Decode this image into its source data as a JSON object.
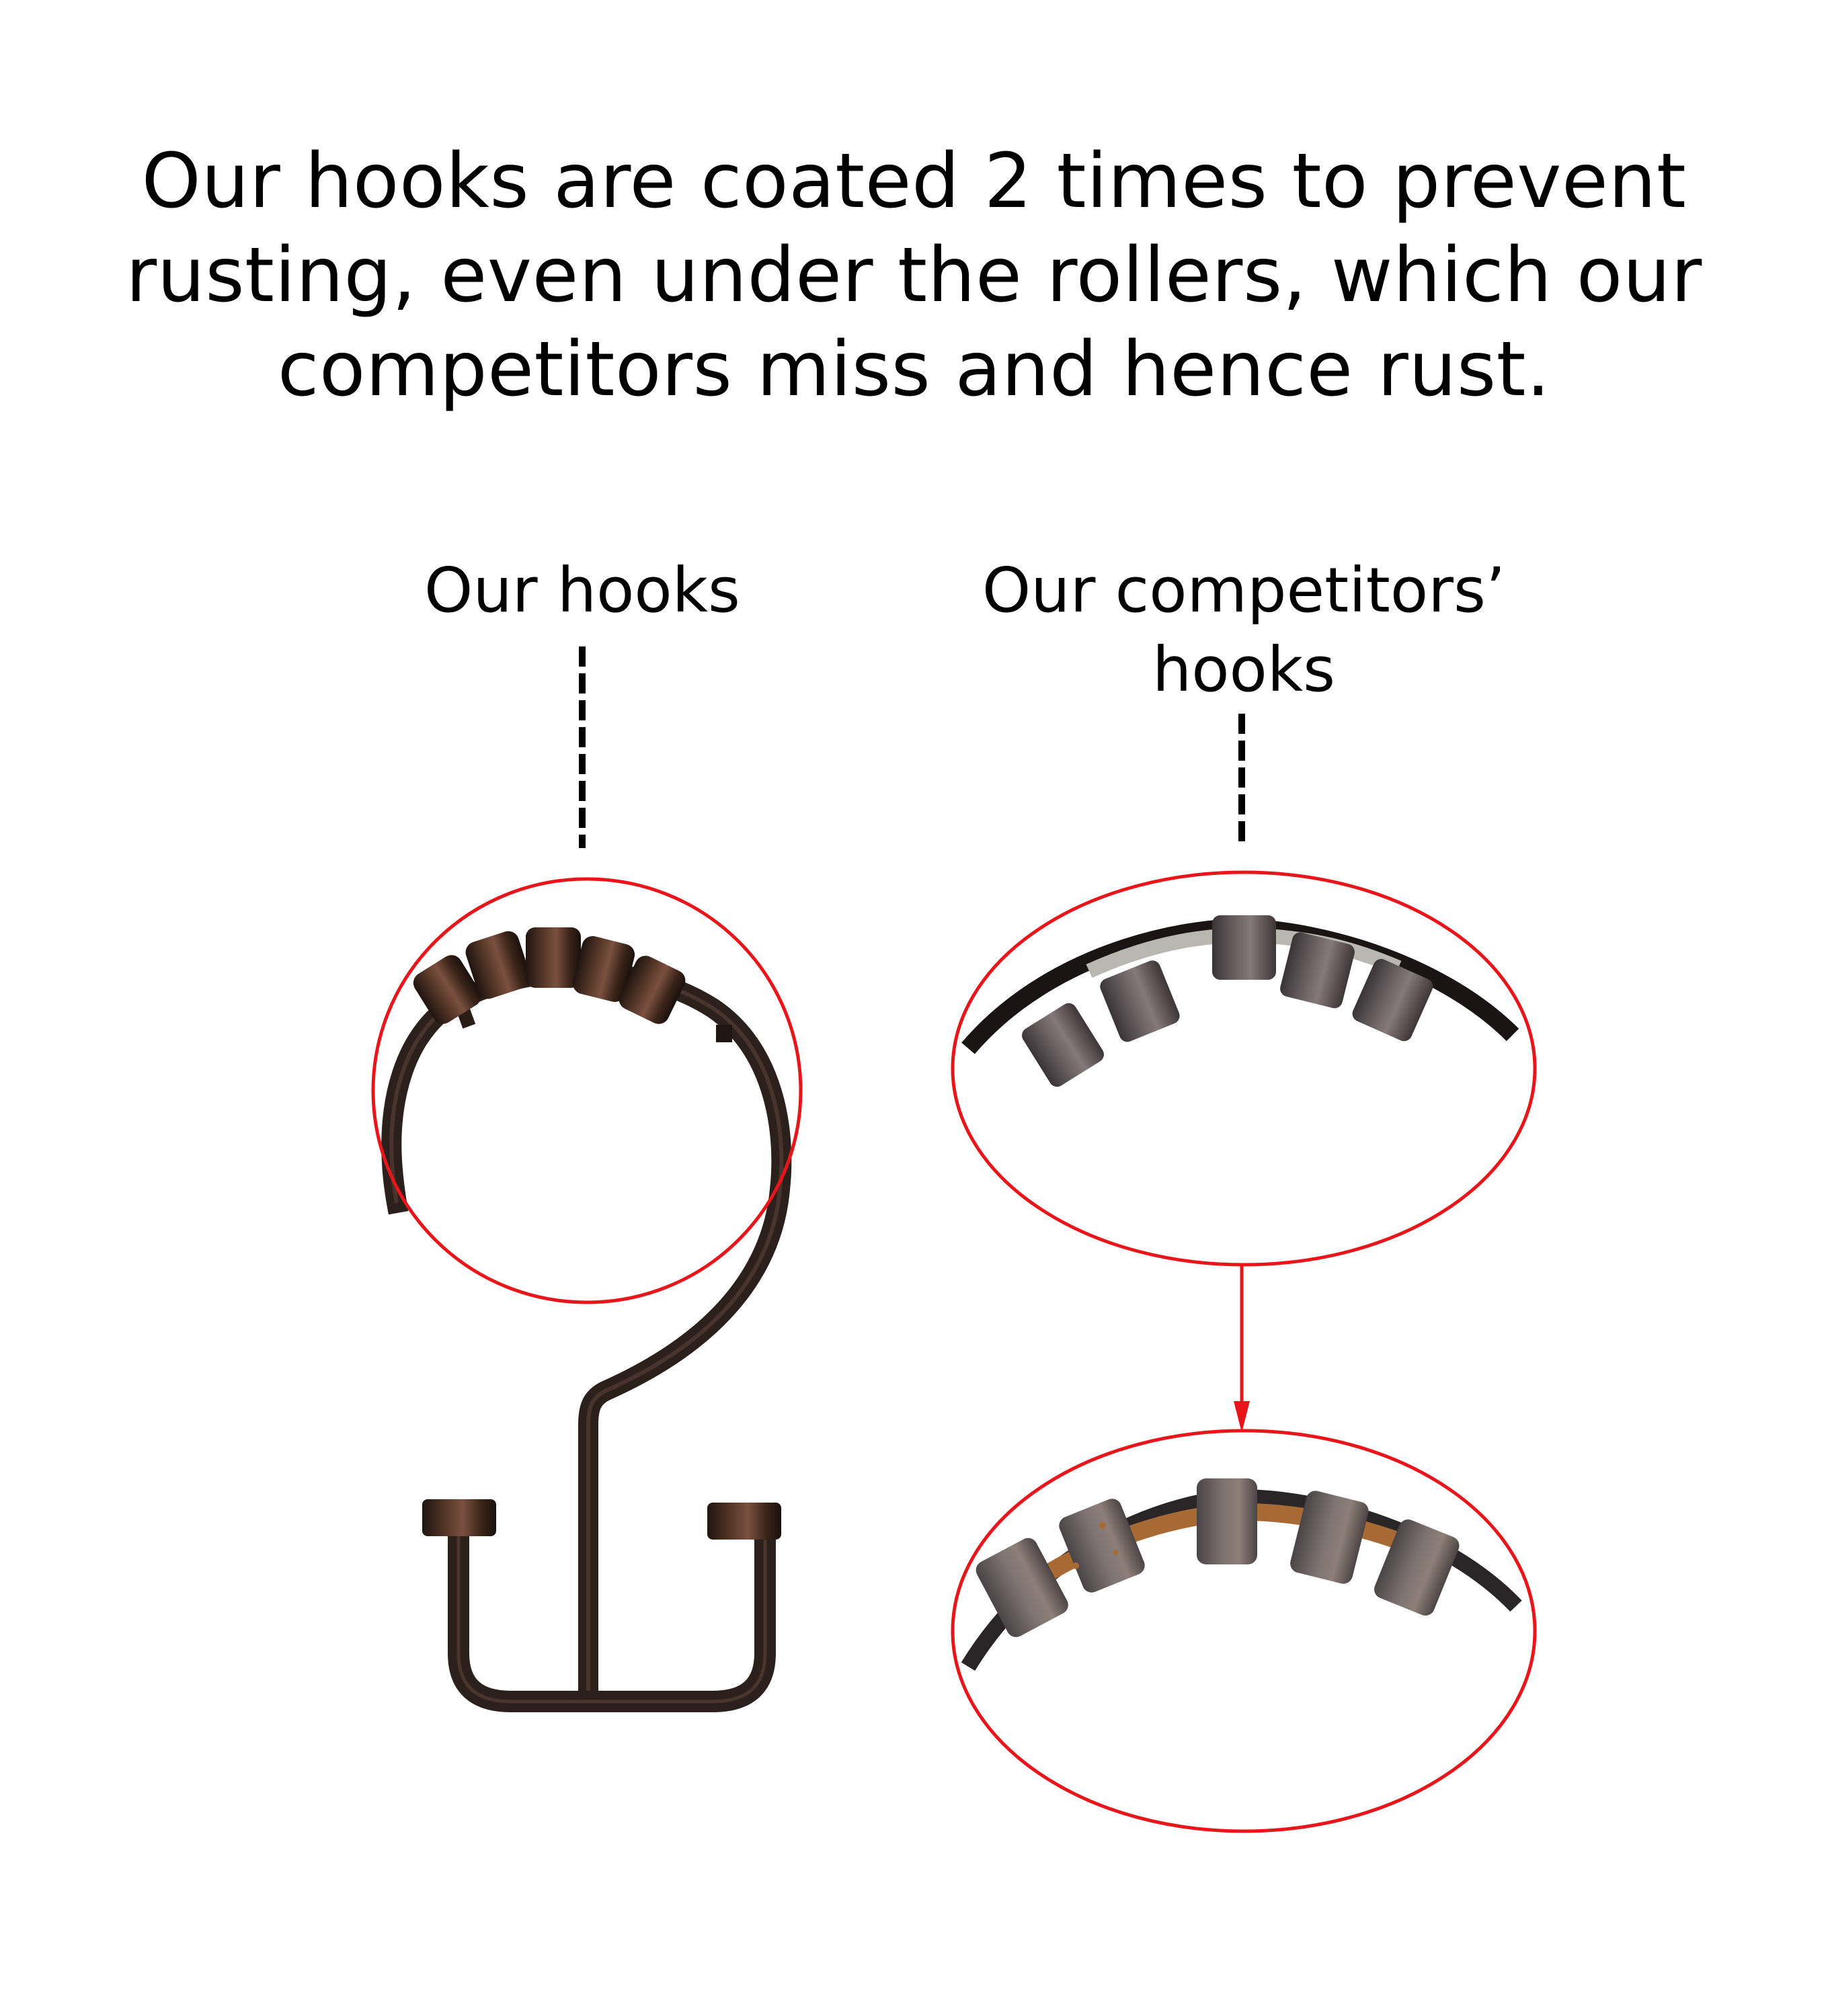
{
  "headline": {
    "lines": [
      "Our hooks are coated 2 times to prevent",
      "rusting, even under the rollers, which our",
      "competitors miss and hence rust."
    ]
  },
  "labels": {
    "ours": "Our hooks",
    "competitors_line1": "Our competitors’",
    "competitors_line2": "hooks"
  },
  "colors": {
    "highlight_red": "#e8161b",
    "text": "#000000",
    "our_hook_bronze": "#3a2a22",
    "competitor_gray": "#5a5556",
    "rust": "#a86a35"
  },
  "images": {
    "our_hook": "full S-shaped double shower curtain hook, oil-rubbed bronze finish, 5 rollers",
    "competitor_detail": "close-up of competitor hook rollers showing bare uncoated metal under rollers",
    "competitor_rusted": "close-up of competitor hook rollers with rust on wire under rollers"
  }
}
